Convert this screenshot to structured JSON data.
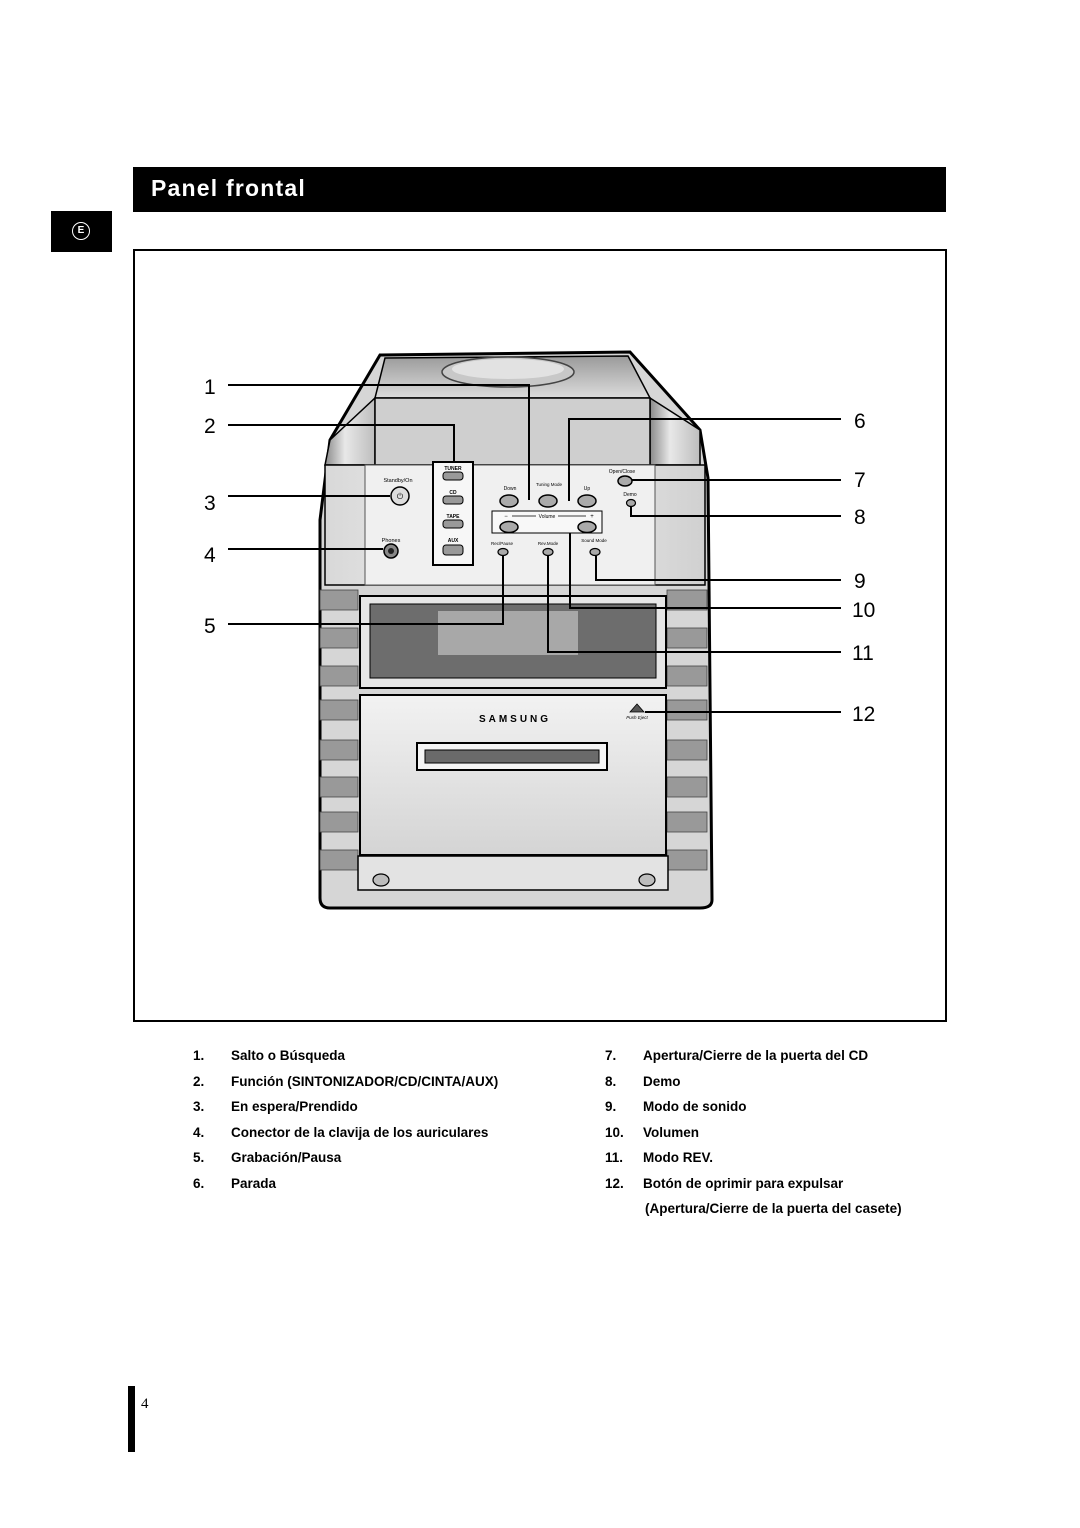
{
  "header": {
    "title": "Panel frontal"
  },
  "language_tab": {
    "label": "E"
  },
  "figure": {
    "callouts_left": [
      "1",
      "2",
      "3",
      "4",
      "5"
    ],
    "callouts_right": [
      "6",
      "7",
      "8",
      "9",
      "10",
      "11",
      "12"
    ],
    "device_labels": {
      "tuner": "TUNER",
      "cd": "CD",
      "tape": "TAPE",
      "aux": "AUX",
      "standby": "Standby/On",
      "phones": "Phones",
      "down": "Down",
      "tuning_mode": "Tuning Mode",
      "up": "Up",
      "open_close": "Open/Close",
      "demo": "Demo",
      "volume": "Volume",
      "minus": "−",
      "plus": "+",
      "rec_pause": "Rec/Pause",
      "rev_mode": "Rev.Mode",
      "sound_mode": "Sound Mode",
      "brand": "SAMSUNG",
      "push_eject": "Push Eject"
    }
  },
  "legend": {
    "left": [
      {
        "num": "1.",
        "text": "Salto o Búsqueda"
      },
      {
        "num": "2.",
        "text": "Función (SINTONIZADOR/CD/CINTA/AUX)"
      },
      {
        "num": "3.",
        "text": "En espera/Prendido"
      },
      {
        "num": "4.",
        "text": "Conector de la clavija de los auriculares"
      },
      {
        "num": "5.",
        "text": "Grabación/Pausa"
      },
      {
        "num": "6.",
        "text": "Parada"
      }
    ],
    "right": [
      {
        "num": "7.",
        "text": "Apertura/Cierre de la puerta del CD"
      },
      {
        "num": "8.",
        "text": "Demo"
      },
      {
        "num": "9.",
        "text": "Modo de sonido"
      },
      {
        "num": "10.",
        "text": "Volumen"
      },
      {
        "num": "11.",
        "text": "Modo REV."
      },
      {
        "num": "12.",
        "text": "Botón de oprimir para expulsar"
      }
    ],
    "right_continuation": "(Apertura/Cierre de la puerta del casete)"
  },
  "page": {
    "number": "4"
  }
}
